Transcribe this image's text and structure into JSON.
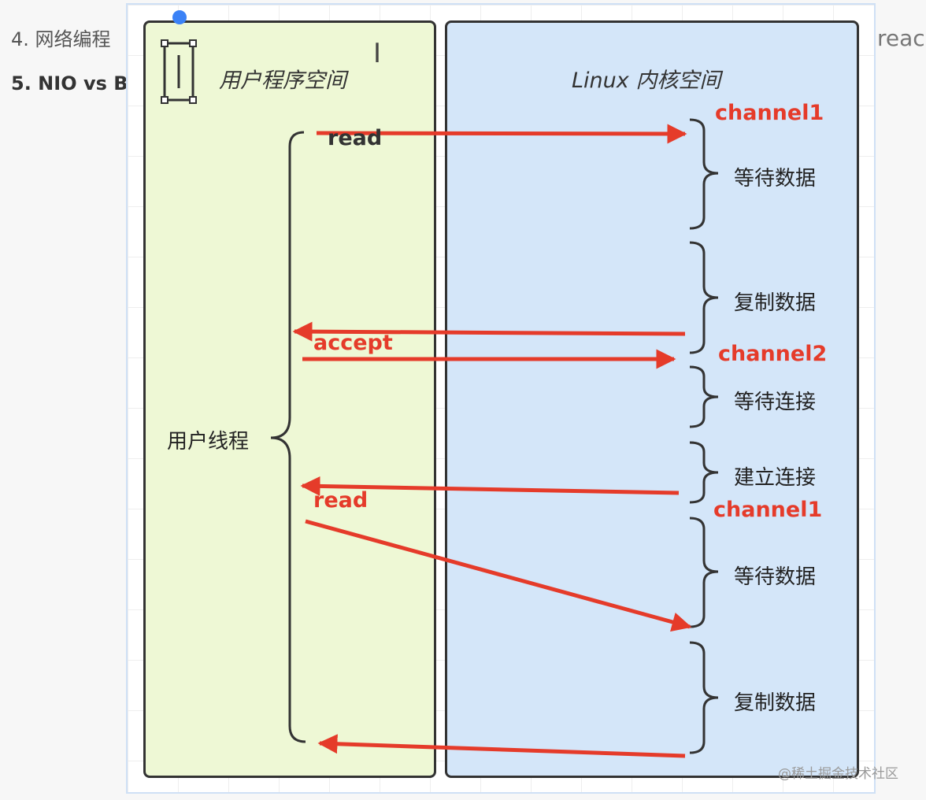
{
  "outline": {
    "item4": "4. 网络编程",
    "item5": "5. NIO vs B"
  },
  "right_edge_text": "reac",
  "diagram": {
    "user_space_title": "用户程序空间",
    "kernel_space_title": "Linux 内核空间",
    "user_thread_label": "用户线程",
    "calls": {
      "read_1": "read",
      "accept": "accept",
      "read_2": "read"
    },
    "channels": {
      "channel1_top": "channel1",
      "channel2": "channel2",
      "channel1_bottom": "channel1"
    },
    "phases": {
      "wait_data_1": "等待数据",
      "copy_data_1": "复制数据",
      "wait_connect": "等待连接",
      "establish_connect": "建立连接",
      "wait_data_2": "等待数据",
      "copy_data_2": "复制数据"
    }
  },
  "watermark": "@稀土掘金技术社区",
  "colors": {
    "arrow": "#e53b2a",
    "user_space_fill": "#eef8d5",
    "kernel_space_fill": "#d4e6f9",
    "selection": "#3b82f6"
  },
  "icons": {
    "text_cursor": "i-beam-cursor-icon",
    "selected_shape": "vertical-bar-shape-icon"
  }
}
